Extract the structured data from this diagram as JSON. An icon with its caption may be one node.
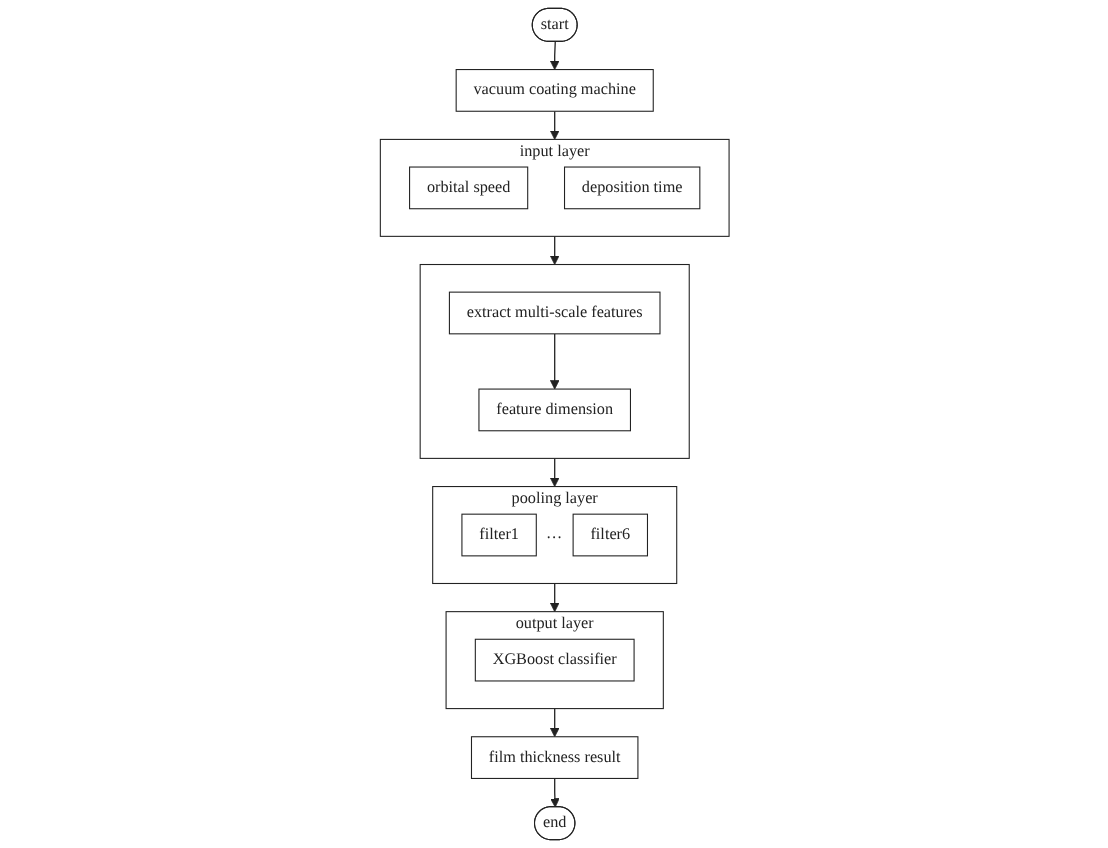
{
  "diagram": {
    "nodes": [
      {
        "text": [
          "start"
        ]
      },
      {
        "text": [
          "vacuum coating machine"
        ]
      },
      {
        "text": [
          "input layer"
        ]
      },
      {
        "text": [
          "orbital speed"
        ],
        "in": 2
      },
      {
        "text": [
          "deposition time"
        ],
        "in": 2
      },
      {
        "text": [],
        "shape": "box"
      },
      {
        "text": [
          "extract multi-scale features"
        ],
        "in": 5
      },
      {
        "text": [
          "feature dimension"
        ],
        "in": 5
      },
      {
        "text": [
          "pooling layer"
        ]
      },
      {
        "text": [
          "filter1"
        ],
        "in": 8
      },
      {
        "text": [
          "filter6"
        ],
        "in": 8
      },
      {
        "text": [
          "output layer"
        ]
      },
      {
        "text": [
          "XGBoost classifier"
        ],
        "in": 11
      },
      {
        "text": [
          "film thickness result"
        ]
      },
      {
        "text": [
          "end"
        ]
      }
    ],
    "edges": [
      {
        "from": 0,
        "to": 1,
        "arrow": "to"
      },
      {
        "from": 1,
        "to": 2,
        "arrow": "to"
      },
      {
        "from": 2,
        "to": 5,
        "arrow": "to"
      },
      {
        "from": 6,
        "to": 7,
        "arrow": "to"
      },
      {
        "from": 5,
        "to": 8,
        "arrow": "to"
      },
      {
        "from": 8,
        "to": 11,
        "arrow": "to"
      },
      {
        "from": 11,
        "to": 13,
        "arrow": "to"
      },
      {
        "from": 13,
        "to": 14,
        "arrow": "to"
      }
    ],
    "labels": [
      "…"
    ]
  }
}
